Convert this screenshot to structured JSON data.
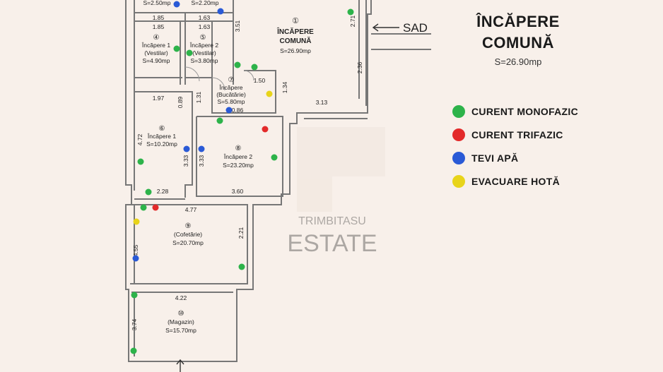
{
  "colors": {
    "monofazic": "#2db34a",
    "trifazic": "#e32a2a",
    "apa": "#2a5ad6",
    "hota": "#e8d41a"
  },
  "header": {
    "title_line1": "ÎNCĂPERE",
    "title_line2": "COMUNĂ",
    "area": "S=26.90mp"
  },
  "legend": [
    {
      "label": "CURENT MONOFAZIC",
      "icon": "green-dot",
      "color": "#2db34a"
    },
    {
      "label": "CURENT TRIFAZIC",
      "icon": "red-dot",
      "color": "#e32a2a"
    },
    {
      "label": "TEVI APĂ",
      "icon": "blue-dot",
      "color": "#2a5ad6"
    },
    {
      "label": "EVACUARE HOTĂ",
      "icon": "yellow-dot",
      "color": "#e8d41a"
    }
  ],
  "plan": {
    "sad": "SAD",
    "watermark": {
      "line1": "TRIMBITASU",
      "line2": "ESTATE"
    },
    "rooms": {
      "top_left_area": "S=2.50mp",
      "top_mid_area": "S=2.20mp",
      "r1": {
        "num": "①",
        "name1": "ÎNCĂPERE",
        "name2": "COMUNĂ",
        "area": "S=26.90mp"
      },
      "r4": {
        "num": "④",
        "name1": "Încăpere 1",
        "name2": "(Vestilar)",
        "area": "S=4.90mp"
      },
      "r5": {
        "num": "⑤",
        "name1": "Încăpere 2",
        "name2": "(Vestilar)",
        "area": "S=3.80mp"
      },
      "r6": {
        "num": "⑥",
        "name1": "Încăpere 1",
        "area": "S=10.20mp"
      },
      "r7": {
        "num": "⑦",
        "name1": "Încăpere",
        "name2": "(Bucătărie)",
        "area": "S=5.80mp"
      },
      "r8": {
        "num": "⑧",
        "name1": "Încăpere 2",
        "area": "S=23.20mp"
      },
      "r9": {
        "num": "⑨",
        "name1": "(Cofetărie)",
        "area": "S=20.70mp"
      },
      "r10": {
        "num": "⑩",
        "name1": "(Magazin)",
        "area": "S=15.70mp"
      }
    },
    "dims": {
      "d185": "1.85",
      "d163": "1.63",
      "d185b": "1.85",
      "d163b": "1.63",
      "d351": "3.51",
      "d271": "2.71",
      "d236": "2.36",
      "d150": "1.50",
      "d134": "1.34",
      "d313": "3.13",
      "d197": "1.97",
      "d089": "0.89",
      "d131": "1.31",
      "d086": "0.86",
      "d472": "4.72",
      "d333a": "3.33",
      "d333b": "3.33",
      "d228": "2.28",
      "d360": "3.60",
      "d477": "4.77",
      "d221": "2.21",
      "d455": "4.55",
      "d422": "4.22",
      "d374": "3.74"
    }
  }
}
